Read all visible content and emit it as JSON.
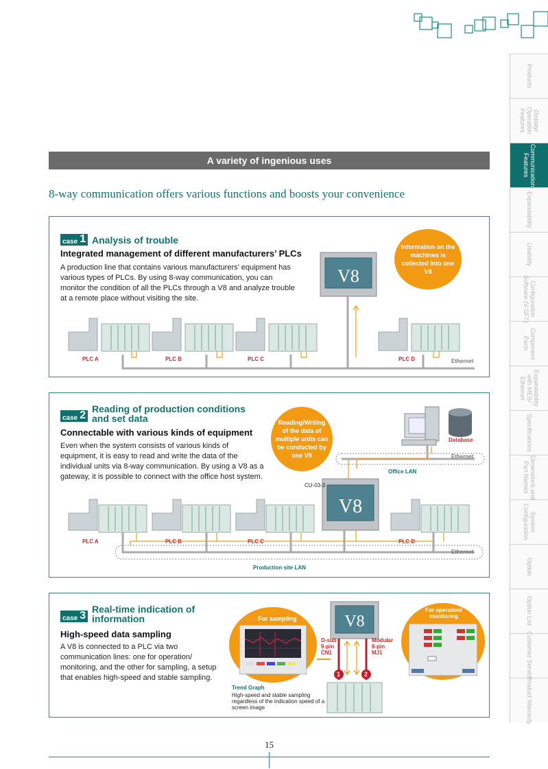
{
  "sidenav": [
    {
      "label": "Products",
      "active": false
    },
    {
      "label": "Display/\nOperation\nFeatures",
      "active": false
    },
    {
      "label": "Communication\nFeatures",
      "active": true
    },
    {
      "label": "Expandability",
      "active": false
    },
    {
      "label": "Usability",
      "active": false
    },
    {
      "label": "Configuration\nSoftware (V-SFT)",
      "active": false
    },
    {
      "label": "Component\nParts",
      "active": false
    },
    {
      "label": "Expandability\nwith MES/\nEthernet",
      "active": false
    },
    {
      "label": "Specifications",
      "active": false
    },
    {
      "label": "Dimensions and\nPart Names",
      "active": false
    },
    {
      "label": "System\nConfiguration",
      "active": false
    },
    {
      "label": "Option",
      "active": false
    },
    {
      "label": "Option List",
      "active": false
    },
    {
      "label": "Customer Service",
      "active": false
    },
    {
      "label": "Product Warranty",
      "active": false
    }
  ],
  "banner": "A variety of ingenious uses",
  "subtitle": "8-way communication offers various functions and boosts your convenience",
  "case_word": "case",
  "v8_logo": "V8",
  "case1": {
    "num": "1",
    "title": "Analysis of trouble",
    "heading": "Integrated management of different manufacturers’ PLCs",
    "body": "A production line that contains various manufacturers’ equipment has various types of PLCs. By using 8-way communication, you can monitor the condition of all the PLCs through a V8 and analyze trouble at a remote place without visiting the site.",
    "bubble": "Information on the machines is collected into one V8",
    "plc": [
      "PLC A",
      "PLC B",
      "PLC C",
      "PLC D"
    ],
    "ethernet": "Ethernet"
  },
  "case2": {
    "num": "2",
    "title": "Reading of production conditions and set data",
    "heading": "Connectable with various kinds of equipment",
    "body": "Even when the system consists of various kinds of equipment, it is easy to read and write the data of the individual units via 8-way communication. By using a V8 as a gateway, it is possible to connect with the office host system.",
    "bubble": "Reading/Writing of the data of multiple units can be conducted by one V8",
    "database": "Database",
    "ethernet_top": "Ethernet",
    "office_lan": "Office LAN",
    "cu": "CU-03-3",
    "plc": [
      "PLC A",
      "PLC B",
      "PLC C",
      "PLC D"
    ],
    "ethernet_bottom": "Ethernet",
    "site_lan": "Production site LAN"
  },
  "case3": {
    "num": "3",
    "title": "Real-time indication of information",
    "heading": "High-speed data sampling",
    "body": "A V8 is connected to a PLC via two communication lines: one for operation/ monitoring, and the other for sampling, a setup that enables high-speed and stable sampling.",
    "sampling": "For sampling",
    "operation": "For operation/ monitoring",
    "dsub": "D-sub\n9-pin\nCN1",
    "modular": "Modular\n8-pin\nMJ1",
    "port1": "1",
    "port2": "2",
    "trend_title": "Trend Graph",
    "trend_body": "High-speed and stable sampling regardless of the indication speed of a screen image"
  },
  "page_number": "15",
  "colors": {
    "teal": "#0f6f6c",
    "orange": "#f29a12",
    "red": "#d12828",
    "banner": "#6b6b6b"
  }
}
